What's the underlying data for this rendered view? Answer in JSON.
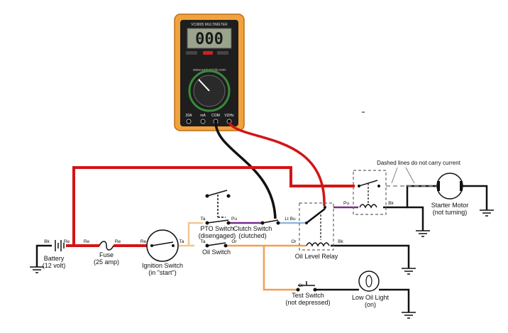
{
  "multimeter": {
    "model": "VC9805 MULTIMETER",
    "display": "000",
    "watermark": "www.sarisaricity.com",
    "jack_20a": "20A",
    "jack_ma": "mA",
    "jack_com": "COM",
    "jack_vohm": "VΩHz"
  },
  "notes": {
    "dashed": "Dashed lines do not carry current"
  },
  "components": {
    "battery": [
      "Battery",
      "(12 volt)"
    ],
    "fuse": [
      "Fuse",
      "(25 amp)"
    ],
    "ignition": [
      "Ignition Switch",
      "(in \"start\")"
    ],
    "pto": [
      "PTO Switch",
      "(disengaged)"
    ],
    "clutch": [
      "Clutch Switch",
      "(clutched)"
    ],
    "oil_switch": "Oil Switch",
    "oil_relay": "Oil Level Relay",
    "starter": [
      "Starter Motor",
      "(not turning)"
    ],
    "test_switch": [
      "Test Switch",
      "(not depressed)"
    ],
    "low_oil": [
      "Low Oil Light",
      "(on)"
    ]
  },
  "wire_labels": {
    "bk": "Bk",
    "re": "Re",
    "ta": "Ta",
    "pu": "Pu",
    "lt_bu": "Lt Bu",
    "or": "Or"
  },
  "colors": {
    "red": "#d41414",
    "black": "#111111",
    "tan": "#f0c890",
    "orange": "#f0a050",
    "purple": "#7a2b8f",
    "light_blue": "#8fb8e0",
    "dashed": "#888888",
    "meter_body": "#f2a23c"
  }
}
